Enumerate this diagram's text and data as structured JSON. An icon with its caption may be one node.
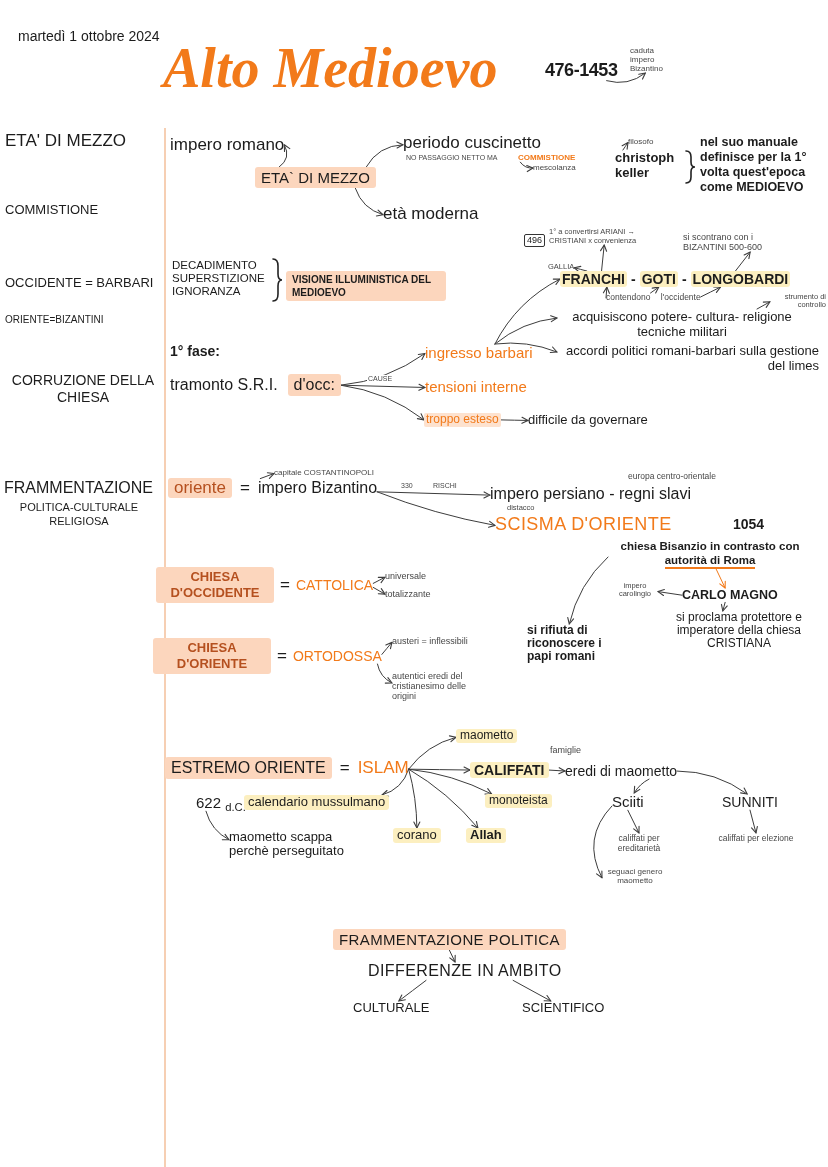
{
  "diagram": {
    "title": "Alto Medioevo",
    "nodes": [
      {
        "text": [
          "476-1453"
        ]
      },
      {
        "text": [
          "caduta impero Bizantino"
        ]
      },
      {
        "text": [
          "impero romano"
        ]
      },
      {
        "text": [
          "ETA` DI MEZZO"
        ]
      },
      {
        "text": [
          "periodo cuscinetto"
        ],
        "beside": [
          "NO PASSAGGIO NETTO MA"
        ]
      },
      {
        "text": [
          "COMMISTIONE"
        ]
      },
      {
        "text": [
          "mescolanza"
        ]
      },
      {
        "text": [
          "età moderna"
        ]
      },
      {
        "text": [
          "filosofo"
        ]
      },
      {
        "text": [
          "christoph keller"
        ]
      },
      {
        "text": [
          "VISIONE ILLUMINISTICA DEL MEDIOEVO"
        ]
      },
      {
        "text": [
          "496"
        ]
      },
      {
        "text": [
          "1° a convertirsi ARIANI → CRISTIANI x convenienza"
        ]
      },
      {
        "text": [
          "GALLIA"
        ]
      },
      {
        "text": [
          "si scontrano con i BIZANTINI 500-600"
        ]
      },
      {
        "text": [
          "FRANCHI"
        ]
      },
      {
        "text": [
          "GOTI"
        ]
      },
      {
        "text": [
          "LONGOBARDI"
        ]
      },
      {
        "text": [
          "contendono l'occidente"
        ]
      },
      {
        "text": [
          "strumento di controllo"
        ]
      },
      {
        "text": [
          "acquisiscono potere- cultura- religione tecniche militari"
        ]
      },
      {
        "text": [
          "accordi politici romani-barbari sulla gestione del limes"
        ]
      },
      {
        "text": [
          "d'occ:"
        ],
        "beside": [
          "tramonto S.R.I."
        ]
      },
      {
        "text": [
          "ingresso barbari"
        ]
      },
      {
        "text": [
          "tensioni interne"
        ]
      },
      {
        "text": [
          "troppo esteso"
        ]
      },
      {
        "text": [
          "difficile da governare"
        ]
      },
      {
        "text": [
          "oriente"
        ]
      },
      {
        "text": [
          "impero Bizantino"
        ]
      },
      {
        "text": [
          "capitale COSTANTINOPOLI"
        ]
      },
      {
        "text": [
          "impero persiano - regni slavi"
        ],
        "beside": [
          "europa centro-orientale"
        ]
      },
      {
        "text": [
          "SCISMA D'ORIENTE"
        ],
        "beside": [
          "distacco"
        ]
      },
      {
        "text": [
          "chiesa Bisanzio in contrasto con",
          "autorità di Roma"
        ]
      },
      {
        "text": [
          "CARLO MAGNO"
        ]
      },
      {
        "text": [
          "impero carolingio"
        ]
      },
      {
        "text": [
          "si proclama protettore e imperatore della chiesa CRISTIANA"
        ]
      },
      {
        "text": [
          "si rifiuta di riconoscere i papi romani"
        ]
      },
      {
        "text": [
          "CHIESA D'OCCIDENTE"
        ]
      },
      {
        "text": [
          "CATTOLICA"
        ]
      },
      {
        "text": [
          "universale"
        ]
      },
      {
        "text": [
          "totalizzante"
        ]
      },
      {
        "text": [
          "CHIESA D'ORIENTE"
        ]
      },
      {
        "text": [
          "ORTODOSSA"
        ]
      },
      {
        "text": [
          "austeri = inflessibili"
        ]
      },
      {
        "text": [
          "autentici eredi del cristianesimo delle origini"
        ]
      },
      {
        "text": [
          "ESTREMO ORIENTE"
        ]
      },
      {
        "text": [
          "ISLAM"
        ]
      },
      {
        "text": [
          "maometto"
        ]
      },
      {
        "text": [
          "CALIFFATI"
        ]
      },
      {
        "text": [
          "eredi di maometto"
        ],
        "beside": [
          "famiglie"
        ]
      },
      {
        "text": [
          "monoteista"
        ]
      },
      {
        "text": [
          "calendario mussulmano"
        ]
      },
      {
        "text": [
          "corano"
        ]
      },
      {
        "text": [
          "Allah"
        ]
      },
      {
        "text": [
          "622 $_{d.C.}$"
        ]
      },
      {
        "text": [
          "maometto scappa perchè perseguitato"
        ]
      },
      {
        "text": [
          "Sciiti"
        ]
      },
      {
        "text": [
          "SUNNITI"
        ]
      },
      {
        "text": [
          "califfati per ereditarietà"
        ]
      },
      {
        "text": [
          "califfati per elezione"
        ]
      },
      {
        "text": [
          "seguaci genero maometto"
        ]
      },
      {
        "text": [
          "FRAMMENTAZIONE POLITICA"
        ]
      },
      {
        "text": [
          "DIFFERENZE IN AMBITO"
        ]
      },
      {
        "text": [
          "CULTURALE"
        ]
      },
      {
        "text": [
          "SCIENTIFICO"
        ]
      }
    ],
    "edges": [
      {
        "from": 0,
        "to": 1,
        "arrow": "to"
      },
      {
        "from": 3,
        "to": 2,
        "arrow": "to"
      },
      {
        "from": 3,
        "to": 4,
        "arrow": "to"
      },
      {
        "from": 3,
        "to": 7,
        "arrow": "to"
      },
      {
        "from": 5,
        "to": 6,
        "arrow": "to"
      },
      {
        "from": 9,
        "to": 8,
        "arrow": "to"
      },
      {
        "from": 15,
        "to": 13,
        "arrow": "to"
      },
      {
        "from": 15,
        "to": 12,
        "arrow": "to"
      },
      {
        "from": 17,
        "to": 14,
        "arrow": "to"
      },
      {
        "from": 18,
        "to": 15,
        "arrow": "to"
      },
      {
        "from": 18,
        "to": 16,
        "arrow": "to"
      },
      {
        "from": 18,
        "to": 17,
        "arrow": "to"
      },
      {
        "from": 20,
        "to": 19,
        "arrow": "to"
      },
      {
        "from": 23,
        "to": 15,
        "arrow": "to"
      },
      {
        "from": 23,
        "to": 20,
        "arrow": "to"
      },
      {
        "from": 23,
        "to": 21,
        "arrow": "to"
      },
      {
        "from": 22,
        "to": 23,
        "arrow": "to"
      },
      {
        "from": 22,
        "to": 24,
        "arrow": "to",
        "label": "CAUSE"
      },
      {
        "from": 22,
        "to": 25,
        "arrow": "to"
      },
      {
        "from": 25,
        "to": 26,
        "arrow": "to"
      },
      {
        "from": 28,
        "to": 29,
        "arrow": "to"
      },
      {
        "from": 28,
        "to": 30,
        "arrow": "to",
        "label": "RISCHI"
      },
      {
        "from": 28,
        "to": 31,
        "arrow": "to"
      },
      {
        "from": 32,
        "to": 33,
        "arrow": "to",
        "color": "#f27a1a"
      },
      {
        "from": 33,
        "to": 34,
        "arrow": "to"
      },
      {
        "from": 33,
        "to": 35,
        "arrow": "to"
      },
      {
        "from": 32,
        "to": 36,
        "arrow": "to"
      },
      {
        "from": 38,
        "to": 39,
        "arrow": "to"
      },
      {
        "from": 38,
        "to": 40,
        "arrow": "to"
      },
      {
        "from": 42,
        "to": 43,
        "arrow": "to"
      },
      {
        "from": 42,
        "to": 44,
        "arrow": "to"
      },
      {
        "from": 46,
        "to": 47,
        "arrow": "to"
      },
      {
        "from": 46,
        "to": 48,
        "arrow": "to"
      },
      {
        "from": 46,
        "to": 50,
        "arrow": "to"
      },
      {
        "from": 46,
        "to": 53,
        "arrow": "to"
      },
      {
        "from": 46,
        "to": 52,
        "arrow": "to"
      },
      {
        "from": 46,
        "to": 51,
        "arrow": "to"
      },
      {
        "from": 48,
        "to": 49,
        "arrow": "to"
      },
      {
        "from": 54,
        "to": 55,
        "arrow": "to"
      },
      {
        "from": 49,
        "to": 56,
        "arrow": "to"
      },
      {
        "from": 49,
        "to": 57,
        "arrow": "to"
      },
      {
        "from": 56,
        "to": 58,
        "arrow": "to"
      },
      {
        "from": 57,
        "to": 59,
        "arrow": "to"
      },
      {
        "from": 56,
        "to": 60,
        "arrow": "to"
      },
      {
        "from": 61,
        "to": 62,
        "arrow": "to"
      },
      {
        "from": 62,
        "to": 63,
        "arrow": "to"
      },
      {
        "from": 62,
        "to": 64,
        "arrow": "to"
      }
    ],
    "labels": [
      "martedì 1 ottobre 2024",
      "ETA' DI MEZZO",
      "nel suo manuale definisce per la 1° volta quest'epoca come MEDIOEVO",
      "COMMISTIONE",
      "DECADIMENTO",
      "SUPERSTIZIONE",
      "IGNORANZA",
      "OCCIDENTE = BARBARI",
      "-",
      "-",
      "ORIENTE=BIZANTINI",
      "1° fase:",
      "CORRUZIONE DELLA CHIESA",
      "FRAMMENTAZIONE",
      "POLITICA-CULTURALE RELIGIOSA",
      "=",
      "330",
      "1054",
      "=",
      "=",
      "="
    ]
  }
}
